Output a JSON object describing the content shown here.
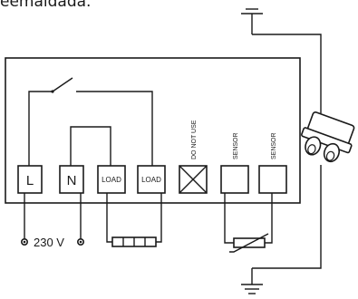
{
  "caption": {
    "text": "eemaldada."
  },
  "terminals": [
    {
      "id": "L",
      "label": "L"
    },
    {
      "id": "N",
      "label": "N"
    },
    {
      "id": "load1",
      "label": "LOAD"
    },
    {
      "id": "load2",
      "label": "LOAD"
    },
    {
      "id": "dnu",
      "label": "DO NOT USE"
    },
    {
      "id": "sensor1",
      "label": "SENSOR"
    },
    {
      "id": "sensor2",
      "label": "SENSOR"
    }
  ],
  "supply": {
    "voltage_label": "230 V"
  },
  "colors": {
    "line": "#1a1a1a",
    "background": "#ffffff"
  },
  "icons": [
    "ground-symbol",
    "heating-load-symbol",
    "thermistor-symbol",
    "sensor-probe-icon",
    "switch-symbol"
  ]
}
